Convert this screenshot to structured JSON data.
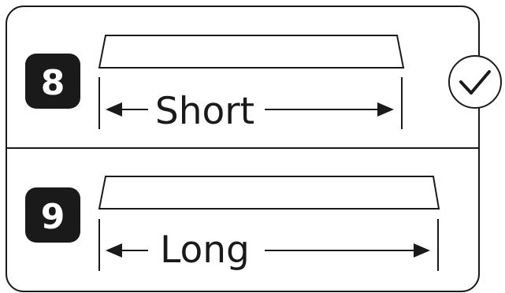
{
  "options": [
    {
      "number": "8",
      "label": "Short",
      "selected": true
    },
    {
      "number": "9",
      "label": "Long",
      "selected": false
    }
  ],
  "colors": {
    "stroke": "#1a1a1a",
    "badge": "#1a1a1a",
    "background": "#ffffff"
  },
  "icons": {
    "selected": "check-circle-icon"
  }
}
